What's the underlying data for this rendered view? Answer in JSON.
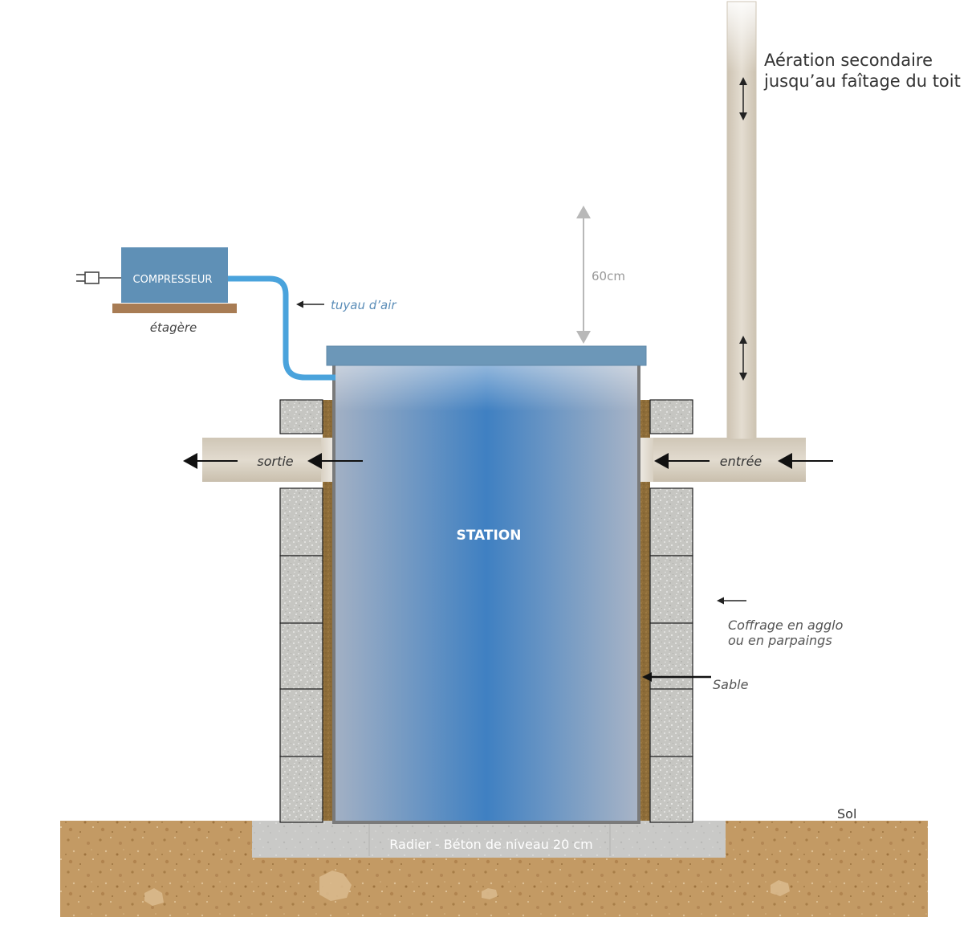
{
  "labels": {
    "compressor": "COMPRESSEUR",
    "shelf": "étagère",
    "air_pipe": "tuyau d’air",
    "clearance": "60cm",
    "ventilation_line1": "Aération secondaire",
    "ventilation_line2": "jusqu’au faîtage du toit",
    "outlet": "sortie",
    "inlet": "entrée",
    "station": "STATION",
    "formwork_line1": "Coffrage en agglo",
    "formwork_line2": "ou en parpaings",
    "sand": "Sable",
    "ground": "Sol",
    "base_slab": "Radier - Béton de niveau 20 cm"
  },
  "colors": {
    "soil": "#c49a63",
    "tank_blue": "#4a82c0",
    "lid": "#6e98b8",
    "compressor": "#5f90b6",
    "shelf": "#a87c54",
    "air_pipe": "#4aa3dc",
    "pipe": "#d8d0c2",
    "block": "#c4c4c0",
    "sand": "#8a6a36",
    "concrete": "#c8c8c8"
  }
}
